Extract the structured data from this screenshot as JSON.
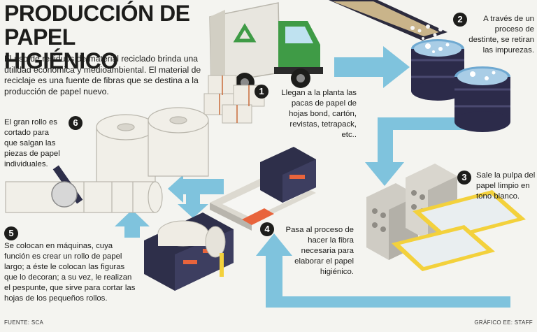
{
  "title_line1": "PRODUCCIÓN DE",
  "title_line2": "PAPEL HIGIÉNICO",
  "intro": "El uso de residuos de material reciclado brinda una utilidad económica y medioambiental. El material de reciclaje es una fuente de fibras que se destina a la producción de papel nuevo.",
  "steps": [
    {
      "number": "1",
      "text": "Llegan a la planta las pacas de papel de hojas bond, cartón, revistas, tetrapack, etc.."
    },
    {
      "number": "2",
      "text": "A través de un proceso de destinte, se retiran las impurezas."
    },
    {
      "number": "3",
      "text": "Sale la pulpa del papel limpio en tono blanco."
    },
    {
      "number": "4",
      "text": "Pasa al proceso de hacer la fibra necesaria para elaborar el papel higiénico."
    },
    {
      "number": "5",
      "text": "Se colocan en máquinas, cuya función es crear un rollo de papel largo; a éste le colocan las figuras que lo decoran; a su vez, le realizan el pespunte, que sirve para cortar las hojas de los pequeños rollos."
    },
    {
      "number": "6",
      "text": "El gran rollo es cortado para que salgan las piezas de papel individuales."
    }
  ],
  "footer_source": "FUENTE: SCA",
  "footer_credit": "GRÁFICO EE: STAFF",
  "colors": {
    "arrow": "#7fc3dd",
    "truck_green": "#3f9b46",
    "dark_machine": "#2e2f4a",
    "accent_orange": "#e8643c",
    "accent_yellow": "#f3d13c",
    "barrel": "#2c2b4a",
    "paper": "#efece4"
  }
}
